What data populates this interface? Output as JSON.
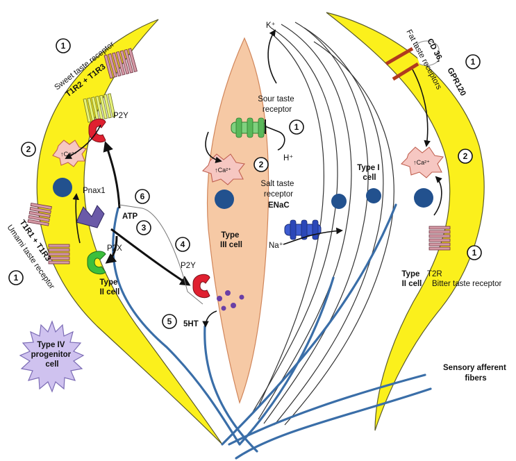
{
  "labels": {
    "sweet_receptor": "Sweet taste receptor",
    "t1r2_t1r3": "T1R2  +  T1R3",
    "umami_receptor": "Umami taste receptor",
    "t1r1_t1r3": "T1R1  +  T1R3",
    "p2y_top": "P2Y",
    "p2y_mid": "P2Y",
    "p2x": "P2X",
    "pnax1": "Pnax1",
    "atp": "ATP",
    "ht5": "5HT",
    "type2_left": [
      "Type",
      "II cell"
    ],
    "type3": [
      "Type",
      "III cell"
    ],
    "type1": [
      "Type I",
      "cell"
    ],
    "type2_right": [
      "Type",
      "II cell"
    ],
    "sour_receptor": [
      "Sour taste",
      "receptor"
    ],
    "h_plus": "H⁺",
    "k_plus": "K⁺",
    "salt_receptor": [
      "Salt taste",
      "receptor"
    ],
    "enac": "ENaC",
    "na_plus": "Na⁺",
    "fat_receptors": "Fat taste receptors",
    "cd36": "CD 36,",
    "gpr120": "GPR120",
    "t2r": "T2R",
    "bitter_receptor": "Bitter taste receptor",
    "type4": [
      "Type IV",
      "progenitor",
      "cell"
    ],
    "sensory_fibers": [
      "Sensory afferent",
      "fibers"
    ],
    "ca_badge": "↑Ca²⁺"
  },
  "step_numbers": {
    "sweet": "1",
    "sweet_ca": "2",
    "umami": "1",
    "atp_release": "6",
    "atp_path": "3",
    "p2y_type3": "4",
    "serotonin": "5",
    "sour": "1",
    "sour_ca": "2",
    "fat": "1",
    "right_ca": "2",
    "bitter": "1"
  }
}
